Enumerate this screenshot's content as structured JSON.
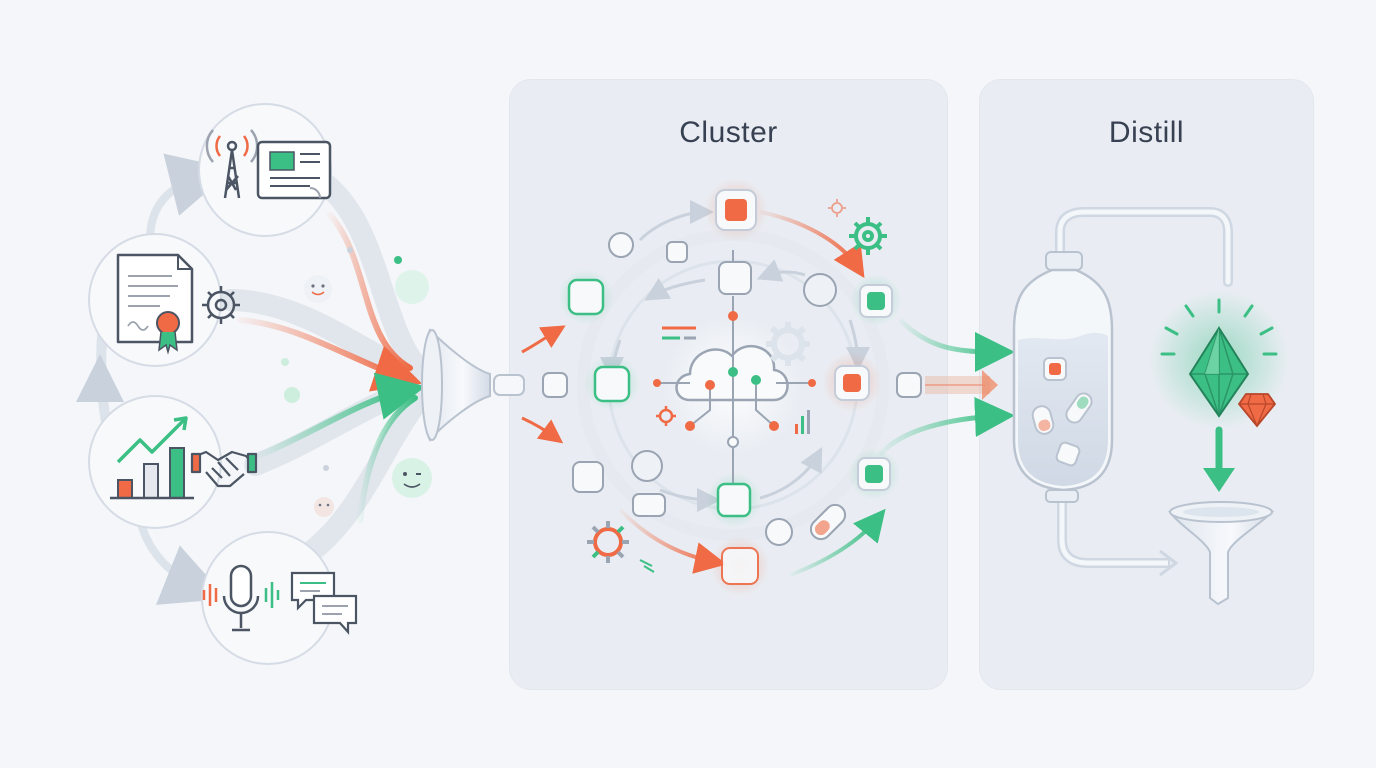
{
  "stages": {
    "cluster": {
      "title": "Cluster"
    },
    "distill": {
      "title": "Distill"
    }
  },
  "sources": [
    {
      "name": "broadcast-news",
      "icons": [
        "radio-tower-icon",
        "newspaper-icon"
      ]
    },
    {
      "name": "documents",
      "icons": [
        "certificate-document-icon",
        "gear-icon"
      ]
    },
    {
      "name": "business-data",
      "icons": [
        "growth-chart-icon",
        "handshake-icon"
      ]
    },
    {
      "name": "conversations",
      "icons": [
        "microphone-icon",
        "chat-bubbles-icon"
      ]
    }
  ],
  "colors": {
    "background": "#f4f6f9",
    "panel": "#e9edf3",
    "accent_orange": "#ef6a45",
    "accent_green": "#3cbf85",
    "line_gray": "#c9d1dc",
    "icon_stroke": "#4b5563",
    "title_text": "#374151"
  },
  "distill": {
    "output_icons": [
      "emerald-gem-icon",
      "ruby-gem-icon",
      "output-funnel-icon"
    ]
  }
}
